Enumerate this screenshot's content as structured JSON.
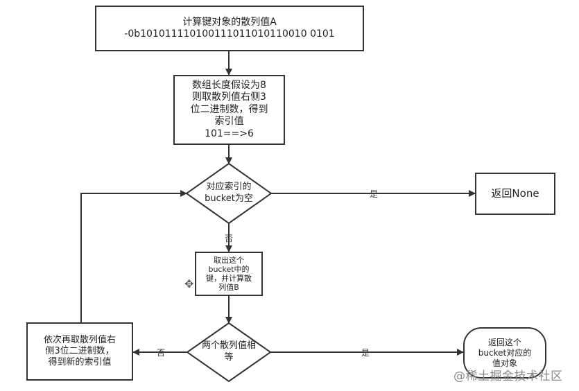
{
  "nodes": {
    "compute_hash": {
      "lines": [
        "计算键对象的散列值A",
        "-0b101011110100111011010110010 0101"
      ]
    },
    "index_calc": {
      "lines": [
        "数组长度假设为8",
        "则取散列值右侧3",
        "位二进制数，得到",
        "索引值",
        "101==>6"
      ]
    },
    "bucket_empty": {
      "lines": [
        "对应索引的",
        "bucket为空"
      ]
    },
    "return_none": {
      "text": "返回None"
    },
    "take_key": {
      "lines": [
        "取出这个",
        "bucket中的",
        "键，并计算散",
        "列值B"
      ]
    },
    "hash_equal": {
      "lines": [
        "两个散列值相",
        "等"
      ]
    },
    "return_value": {
      "lines": [
        "返回这个",
        "bucket对应的",
        "值对象"
      ]
    },
    "retry": {
      "lines": [
        "依次再取散列值右",
        "侧3位二进制数，",
        "得到新的索引值"
      ]
    }
  },
  "edges": {
    "yes_none": "是",
    "no_take": "否",
    "yes_return": "是",
    "no_retry": "否"
  },
  "watermark": "@稀土掘金技术社区"
}
